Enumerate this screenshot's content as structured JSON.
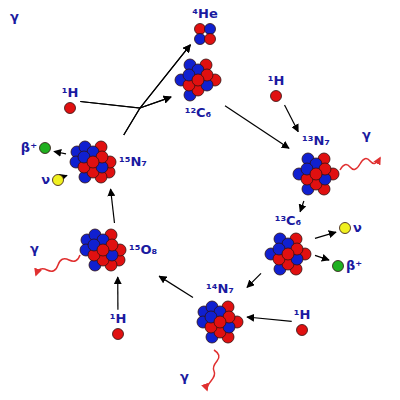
{
  "diagram": {
    "nodes": [
      {
        "text": [
          "⁴He"
        ]
      },
      {
        "text": [
          "¹²C₆"
        ]
      },
      {
        "text": [
          "¹H"
        ]
      },
      {
        "text": [
          "¹H"
        ]
      },
      {
        "text": [
          "¹⁵N₇"
        ]
      },
      {
        "text": [
          "β⁺"
        ]
      },
      {
        "text": [
          "¹³N₇"
        ]
      },
      {
        "text": [
          "ν"
        ]
      },
      {
        "text": [
          "¹³C₆"
        ]
      },
      {
        "text": [
          "ν"
        ]
      },
      {
        "text": [
          "¹⁵O₈"
        ]
      },
      {
        "text": [
          "β⁺"
        ]
      },
      {
        "text": [
          "¹⁴N₇"
        ]
      },
      {
        "text": [
          "¹H"
        ]
      },
      {
        "text": [
          "¹H"
        ]
      }
    ],
    "edges": [
      {
        "from": 1,
        "to": 6,
        "arrow": "to"
      },
      {
        "from": 2,
        "to": 6,
        "arrow": "to"
      },
      {
        "from": 6,
        "to": 8,
        "arrow": "to"
      },
      {
        "from": 8,
        "to": 9,
        "arrow": "to"
      },
      {
        "from": 8,
        "to": 11,
        "arrow": "to"
      },
      {
        "from": 8,
        "to": 12,
        "arrow": "to"
      },
      {
        "from": 13,
        "to": 12,
        "arrow": "to"
      },
      {
        "from": 12,
        "to": 10,
        "arrow": "to"
      },
      {
        "from": 14,
        "to": 10,
        "arrow": "to"
      },
      {
        "from": 10,
        "to": 4,
        "arrow": "to"
      },
      {
        "from": 4,
        "to": 1,
        "arrow": "to"
      },
      {
        "from": 4,
        "to": 0,
        "arrow": "to"
      },
      {
        "from": 3,
        "to": 1,
        "arrow": "to"
      },
      {
        "from": 3,
        "to": 0,
        "arrow": "to"
      },
      {
        "from": 4,
        "to": 5,
        "arrow": "to"
      },
      {
        "from": 4,
        "to": 7,
        "arrow": "to"
      }
    ],
    "labels": [
      "γ",
      "γ",
      "γ",
      "γ"
    ]
  }
}
